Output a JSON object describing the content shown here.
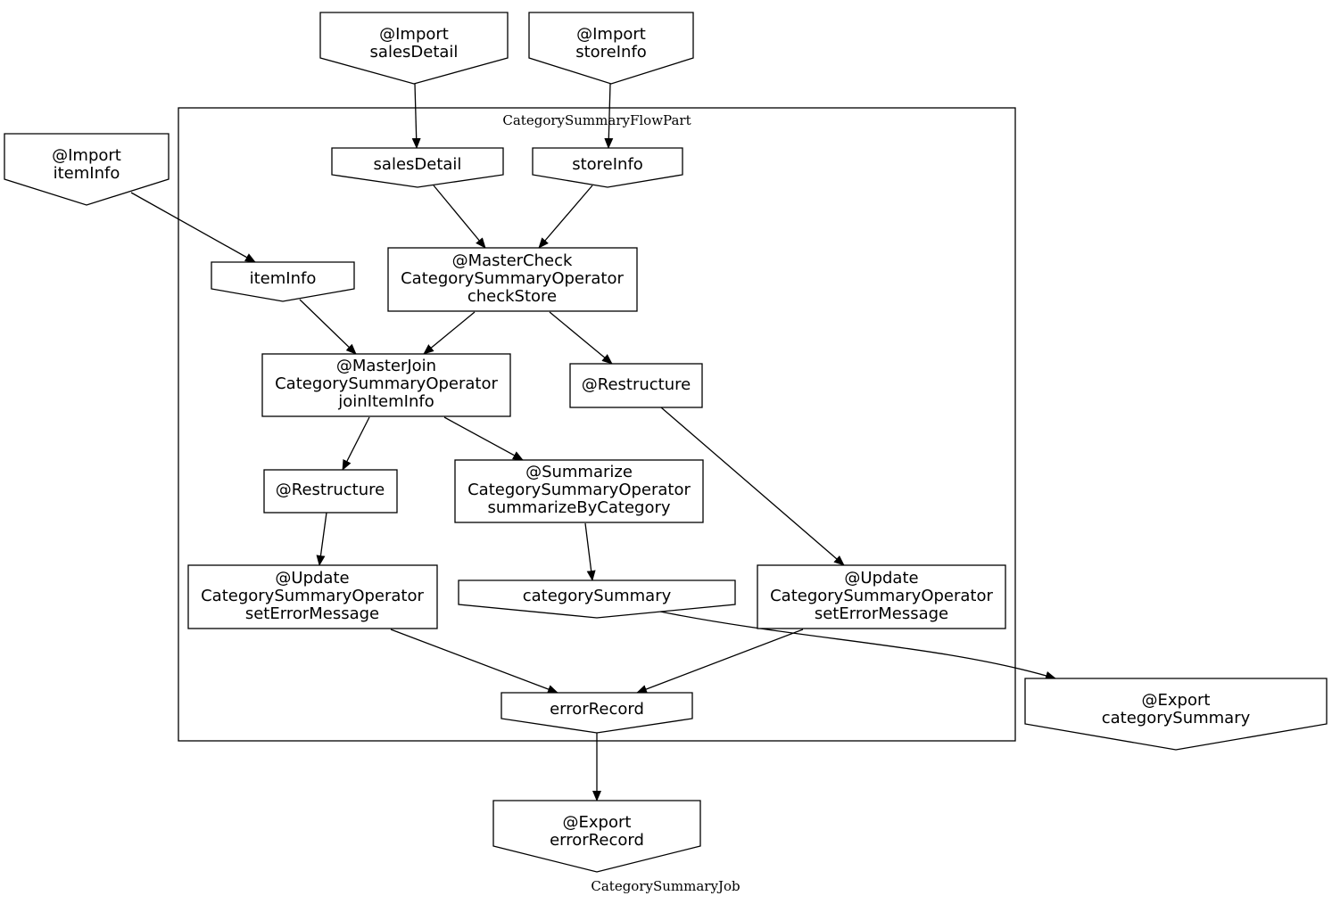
{
  "graph": {
    "title": "CategorySummaryJob",
    "cluster": {
      "label": "CategorySummaryFlowPart"
    }
  },
  "nodes": {
    "import_salesDetail": [
      "@Import",
      "salesDetail"
    ],
    "import_storeInfo": [
      "@Import",
      "storeInfo"
    ],
    "import_itemInfo": [
      "@Import",
      "itemInfo"
    ],
    "salesDetail": [
      "salesDetail"
    ],
    "storeInfo": [
      "storeInfo"
    ],
    "itemInfo": [
      "itemInfo"
    ],
    "masterCheck": [
      "@MasterCheck",
      "CategorySummaryOperator",
      "checkStore"
    ],
    "masterJoin": [
      "@MasterJoin",
      "CategorySummaryOperator",
      "joinItemInfo"
    ],
    "restructure_right": [
      "@Restructure"
    ],
    "restructure_left": [
      "@Restructure"
    ],
    "summarize": [
      "@Summarize",
      "CategorySummaryOperator",
      "summarizeByCategory"
    ],
    "update_left": [
      "@Update",
      "CategorySummaryOperator",
      "setErrorMessage"
    ],
    "categorySummary": [
      "categorySummary"
    ],
    "update_right": [
      "@Update",
      "CategorySummaryOperator",
      "setErrorMessage"
    ],
    "errorRecord": [
      "errorRecord"
    ],
    "export_categorySummary": [
      "@Export",
      "categorySummary"
    ],
    "export_errorRecord": [
      "@Export",
      "errorRecord"
    ]
  }
}
